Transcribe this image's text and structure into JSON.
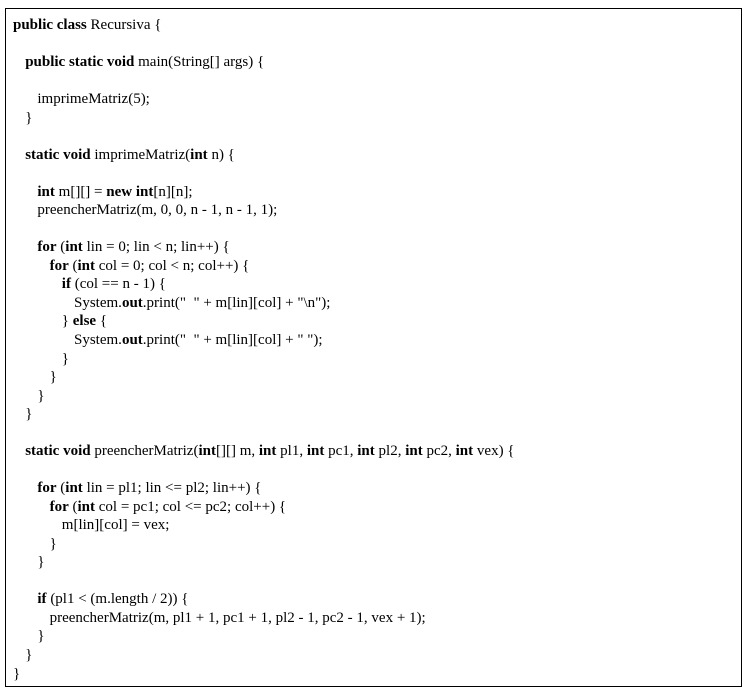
{
  "code": {
    "lines": [
      [
        {
          "t": "public class",
          "b": true
        },
        {
          "t": " Recursiva {"
        }
      ],
      [],
      [
        {
          "t": "  "
        },
        {
          "t": "public static void",
          "b": true
        },
        {
          "t": " main(String[] args) {"
        }
      ],
      [],
      [
        {
          "t": "    imprimeMatriz(5);"
        }
      ],
      [
        {
          "t": "  }"
        }
      ],
      [],
      [
        {
          "t": "  "
        },
        {
          "t": "static void",
          "b": true
        },
        {
          "t": " imprimeMatriz("
        },
        {
          "t": "int",
          "b": true
        },
        {
          "t": " n) {"
        }
      ],
      [],
      [
        {
          "t": "    "
        },
        {
          "t": "int",
          "b": true
        },
        {
          "t": " m[][] = "
        },
        {
          "t": "new int",
          "b": true
        },
        {
          "t": "[n][n];"
        }
      ],
      [
        {
          "t": "    preencherMatriz(m, 0, 0, n - 1, n - 1, 1);"
        }
      ],
      [],
      [
        {
          "t": "    "
        },
        {
          "t": "for",
          "b": true
        },
        {
          "t": " ("
        },
        {
          "t": "int",
          "b": true
        },
        {
          "t": " lin = 0; lin < n; lin++) {"
        }
      ],
      [
        {
          "t": "      "
        },
        {
          "t": "for",
          "b": true
        },
        {
          "t": " ("
        },
        {
          "t": "int",
          "b": true
        },
        {
          "t": " col = 0; col < n; col++) {"
        }
      ],
      [
        {
          "t": "        "
        },
        {
          "t": "if",
          "b": true
        },
        {
          "t": " (col == n - 1) {"
        }
      ],
      [
        {
          "t": "          System."
        },
        {
          "t": "out",
          "b": true
        },
        {
          "t": ".print(\"  \" + m[lin][col] + \"\\n\");"
        }
      ],
      [
        {
          "t": "        } "
        },
        {
          "t": "else",
          "b": true
        },
        {
          "t": " {"
        }
      ],
      [
        {
          "t": "          System."
        },
        {
          "t": "out",
          "b": true
        },
        {
          "t": ".print(\"  \" + m[lin][col] + \" \");"
        }
      ],
      [
        {
          "t": "        }"
        }
      ],
      [
        {
          "t": "      }"
        }
      ],
      [
        {
          "t": "    }"
        }
      ],
      [
        {
          "t": "  }"
        }
      ],
      [],
      [
        {
          "t": "  "
        },
        {
          "t": "static void",
          "b": true
        },
        {
          "t": " preencherMatriz("
        },
        {
          "t": "int",
          "b": true
        },
        {
          "t": "[][] m, "
        },
        {
          "t": "int",
          "b": true
        },
        {
          "t": " pl1, "
        },
        {
          "t": "int",
          "b": true
        },
        {
          "t": " pc1, "
        },
        {
          "t": "int",
          "b": true
        },
        {
          "t": " pl2, "
        },
        {
          "t": "int",
          "b": true
        },
        {
          "t": " pc2, "
        },
        {
          "t": "int",
          "b": true
        },
        {
          "t": " vex) {"
        }
      ],
      [],
      [
        {
          "t": "    "
        },
        {
          "t": "for",
          "b": true
        },
        {
          "t": " ("
        },
        {
          "t": "int",
          "b": true
        },
        {
          "t": " lin = pl1; lin <= pl2; lin++) {"
        }
      ],
      [
        {
          "t": "      "
        },
        {
          "t": "for",
          "b": true
        },
        {
          "t": " ("
        },
        {
          "t": "int",
          "b": true
        },
        {
          "t": " col = pc1; col <= pc2; col++) {"
        }
      ],
      [
        {
          "t": "        m[lin][col] = vex;"
        }
      ],
      [
        {
          "t": "      }"
        }
      ],
      [
        {
          "t": "    }"
        }
      ],
      [],
      [
        {
          "t": "    "
        },
        {
          "t": "if",
          "b": true
        },
        {
          "t": " (pl1 < (m.length / 2)) {"
        }
      ],
      [
        {
          "t": "      preencherMatriz(m, pl1 + 1, pc1 + 1, pl2 - 1, pc2 - 1, vex + 1);"
        }
      ],
      [
        {
          "t": "    }"
        }
      ],
      [
        {
          "t": "  }"
        }
      ],
      [
        {
          "t": "}"
        }
      ]
    ]
  }
}
